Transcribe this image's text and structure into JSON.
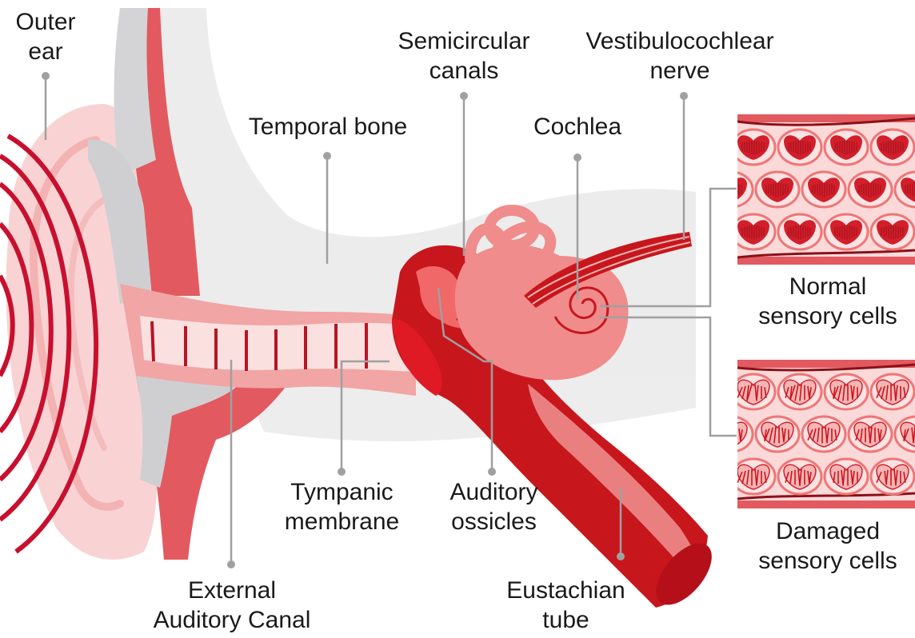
{
  "colors": {
    "outer_ear": "#f9d3d3",
    "outer_ear_line": "#f3b3b3",
    "wave": "#c8102e",
    "bone_gray": "#d4d4d6",
    "bone_light": "#ececec",
    "canal_fill": "#fbe0e0",
    "canal_wall": "#f1a5a5",
    "canal_rib": "#b81424",
    "middle_ear": "#c8161d",
    "inner_ear": "#f08c8c",
    "leader_line": "#a0a0a0",
    "cell_bg": "#fbd9d9",
    "cell_fill": "#d21f2b",
    "cell_outline": "#ef7676",
    "band": "#d94a55"
  },
  "labels": {
    "outer_ear": [
      "Outer",
      "ear"
    ],
    "temporal_bone": [
      "Temporal bone"
    ],
    "semicircular_canals": [
      "Semicircular",
      "canals"
    ],
    "vestibulocochlear_nerve": [
      "Vestibulocochlear",
      "nerve"
    ],
    "cochlea": [
      "Cochlea"
    ],
    "normal_cells": [
      "Normal",
      "sensory cells"
    ],
    "damaged_cells": [
      "Damaged",
      "sensory cells"
    ],
    "tympanic_membrane": [
      "Tympanic",
      "membrane"
    ],
    "auditory_ossicles": [
      "Auditory",
      "ossicles"
    ],
    "external_auditory_canal": [
      "External",
      "Auditory Canal"
    ],
    "eustachian_tube": [
      "Eustachian",
      "tube"
    ]
  },
  "cell_panels": [
    {
      "id": "normal",
      "condition": "normal"
    },
    {
      "id": "damaged",
      "condition": "damaged"
    }
  ]
}
